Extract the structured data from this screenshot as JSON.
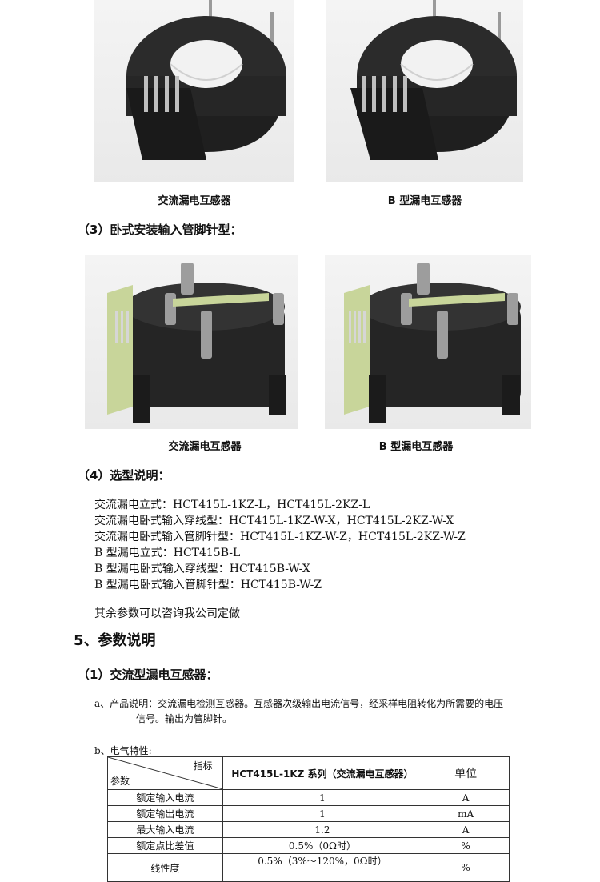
{
  "top_photos": [
    {
      "caption": "交流漏电互感器"
    },
    {
      "caption": "B 型漏电互感器"
    }
  ],
  "section3_title": "（3）卧式安装输入管脚针型：",
  "mid_photos": [
    {
      "caption": "交流漏电互感器"
    },
    {
      "caption": "B 型漏电互感器"
    }
  ],
  "section4_title": "（4）选型说明：",
  "selection_lines": [
    "交流漏电立式：HCT415L-1KZ-L，HCT415L-2KZ-L",
    "交流漏电卧式输入穿线型：HCT415L-1KZ-W-X，HCT415L-2KZ-W-X",
    "交流漏电卧式输入管脚针型：HCT415L-1KZ-W-Z，HCT415L-2KZ-W-Z",
    "B 型漏电立式：HCT415B-L",
    "B 型漏电卧式输入穿线型：HCT415B-W-X",
    "B 型漏电卧式输入管脚针型：HCT415B-W-Z"
  ],
  "custom_note": "其余参数可以咨询我公司定做",
  "section5_title": "5、参数说明",
  "section5_1_title": "（1）交流型漏电互感器：",
  "product_desc_line1": "a、产品说明：交流漏电检测互感器。互感器次级输出电流信号，经采样电阻转化为所需要的电压",
  "product_desc_line2": "信号。输出为管脚针。",
  "electrical_label": "b、电气特性:",
  "table": {
    "corner_top": "指标",
    "corner_bottom": "参数",
    "col_main": "HCT415L-1KZ 系列（交流漏电互感器）",
    "col_unit": "单位",
    "rows": [
      {
        "param": "额定输入电流",
        "value": "1",
        "unit": "A"
      },
      {
        "param": "额定输出电流",
        "value": "1",
        "unit": "mA"
      },
      {
        "param": "最大输入电流",
        "value": "1.2",
        "unit": "A"
      },
      {
        "param": "额定点比差值",
        "value": "0.5%（0Ω时）",
        "unit": "%"
      },
      {
        "param": "线性度",
        "value": "0.5%（3%～120%，0Ω时）",
        "unit": "%"
      }
    ]
  }
}
